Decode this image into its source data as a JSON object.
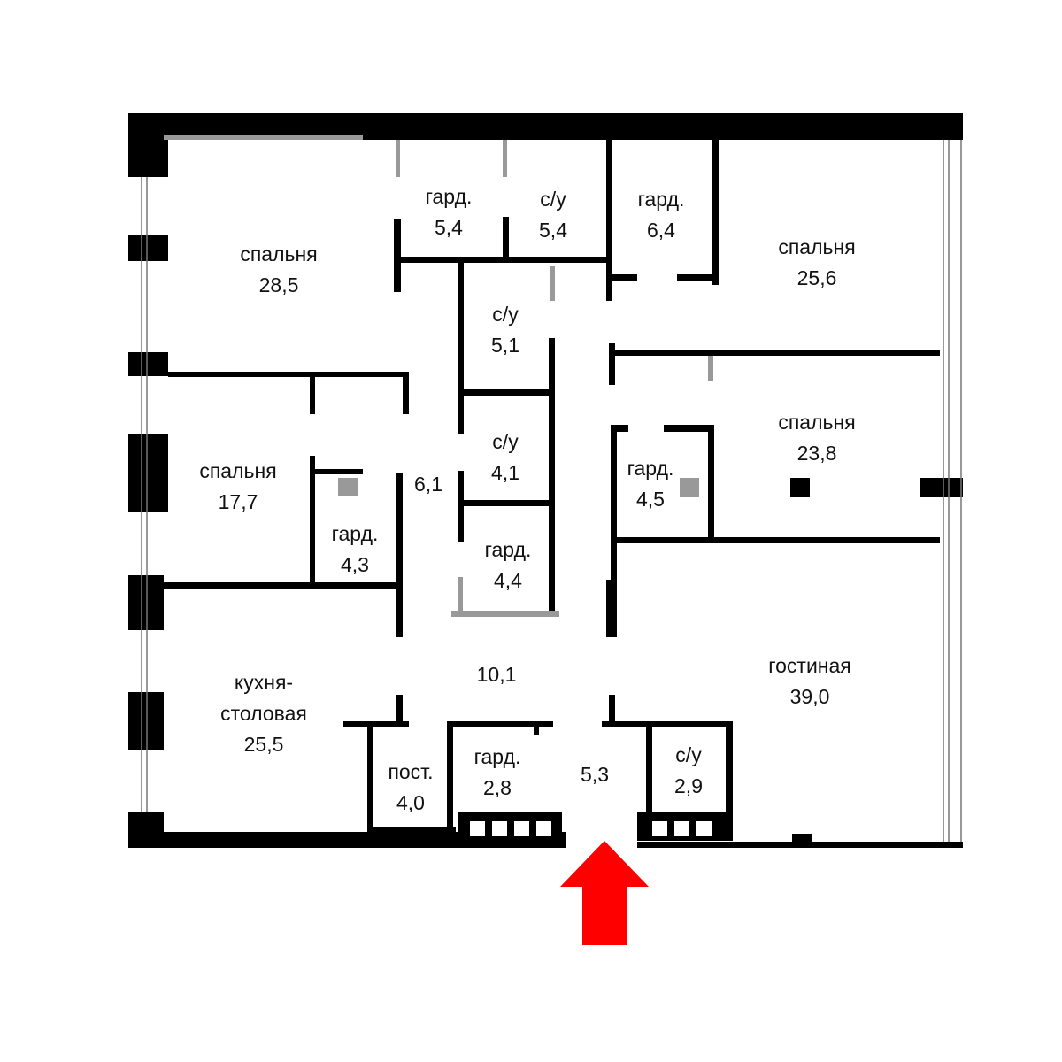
{
  "plan": {
    "entrance_arrow_color": "#ff0000",
    "rooms": [
      {
        "name": "спальня",
        "area": "28,5"
      },
      {
        "name": "гард.",
        "area": "5,4"
      },
      {
        "name": "с/у",
        "area": "5,4"
      },
      {
        "name": "гард.",
        "area": "6,4"
      },
      {
        "name": "спальня",
        "area": "25,6"
      },
      {
        "name": "с/у",
        "area": "5,1"
      },
      {
        "name": "спальня",
        "area": "23,8"
      },
      {
        "name": "спальня",
        "area": "17,7"
      },
      {
        "name": "с/у",
        "area": "4,1"
      },
      {
        "name": "гард.",
        "area": "4,5"
      },
      {
        "name": "",
        "area": "6,1"
      },
      {
        "name": "гард.",
        "area": "4,3"
      },
      {
        "name": "гард.",
        "area": "4,4"
      },
      {
        "name": "кухня-",
        "name2": "столовая",
        "area": "25,5"
      },
      {
        "name": "",
        "area": "10,1"
      },
      {
        "name": "гостиная",
        "area": "39,0"
      },
      {
        "name": "пост.",
        "area": "4,0"
      },
      {
        "name": "гард.",
        "area": "2,8"
      },
      {
        "name": "",
        "area": "5,3"
      },
      {
        "name": "с/у",
        "area": "2,9"
      }
    ]
  }
}
